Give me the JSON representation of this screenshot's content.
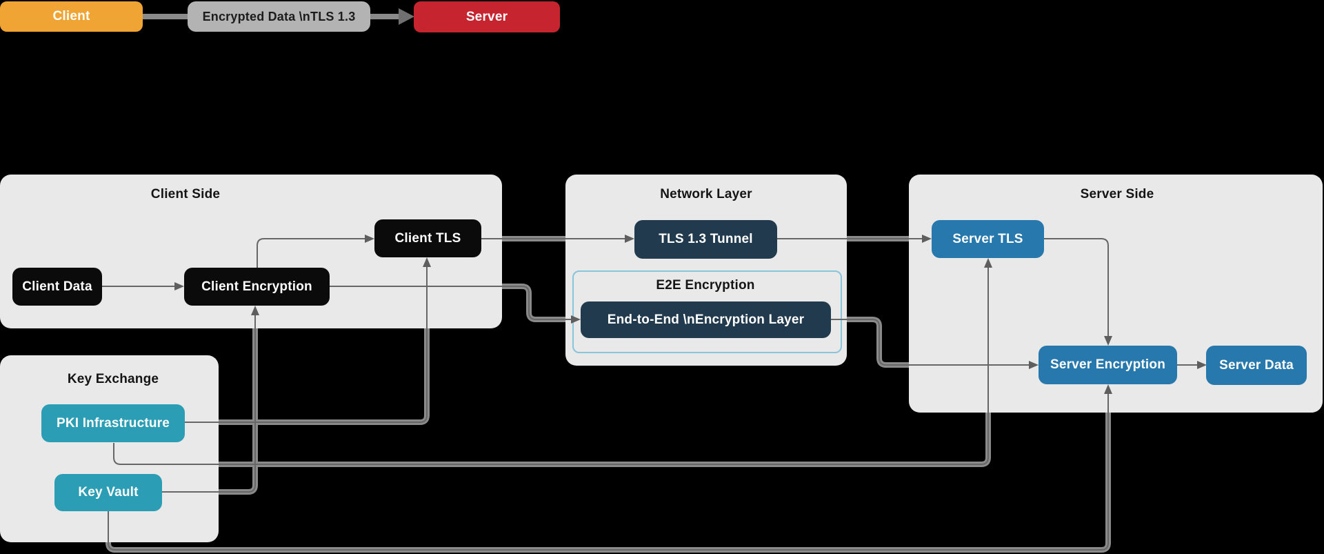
{
  "diagram": {
    "top_flow": {
      "client": "Client",
      "edge_label": "Encrypted Data \\nTLS 1.3",
      "server": "Server"
    },
    "groups": {
      "client_side": {
        "title": "Client Side"
      },
      "network_layer": {
        "title": "Network Layer"
      },
      "server_side": {
        "title": "Server Side"
      },
      "key_exchange": {
        "title": "Key Exchange"
      },
      "e2e": {
        "title": "E2E Encryption"
      }
    },
    "nodes": {
      "client_data": "Client Data",
      "client_encryption": "Client Encryption",
      "client_tls": "Client TLS",
      "tls_tunnel": "TLS 1.3 Tunnel",
      "e2e_layer": "End-to-End \\nEncryption Layer",
      "server_tls": "Server TLS",
      "server_encryption": "Server Encryption",
      "server_data": "Server Data",
      "pki": "PKI Infrastructure",
      "key_vault": "Key Vault"
    },
    "edges": [
      {
        "from": "Client",
        "to": "Server",
        "label": "Encrypted Data \\nTLS 1.3"
      },
      {
        "from": "Client Data",
        "to": "Client Encryption"
      },
      {
        "from": "Client Encryption",
        "to": "Client TLS"
      },
      {
        "from": "Client Encryption",
        "to": "End-to-End \\nEncryption Layer"
      },
      {
        "from": "Client TLS",
        "to": "TLS 1.3 Tunnel"
      },
      {
        "from": "TLS 1.3 Tunnel",
        "to": "Server TLS"
      },
      {
        "from": "Server TLS",
        "to": "Server Encryption"
      },
      {
        "from": "End-to-End \\nEncryption Layer",
        "to": "Server Encryption"
      },
      {
        "from": "Server Encryption",
        "to": "Server Data"
      },
      {
        "from": "PKI Infrastructure",
        "to": "Client TLS"
      },
      {
        "from": "PKI Infrastructure",
        "to": "Server TLS"
      },
      {
        "from": "Key Vault",
        "to": "Client Encryption"
      },
      {
        "from": "Key Vault",
        "to": "Server Encryption"
      }
    ],
    "colors": {
      "background": "#000000",
      "container": "#e9e9e9",
      "black_node": "#0b0b0b",
      "navy_node": "#223a4e",
      "blue_node": "#2778ac",
      "teal_node": "#2b9db4",
      "orange_node": "#f0a433",
      "red_node": "#c6242e",
      "edge_label_bg": "#b3b3b3",
      "e2e_border": "#88c4da",
      "edge_thick": "#8a8a8a",
      "edge_thin": "#666666"
    }
  }
}
